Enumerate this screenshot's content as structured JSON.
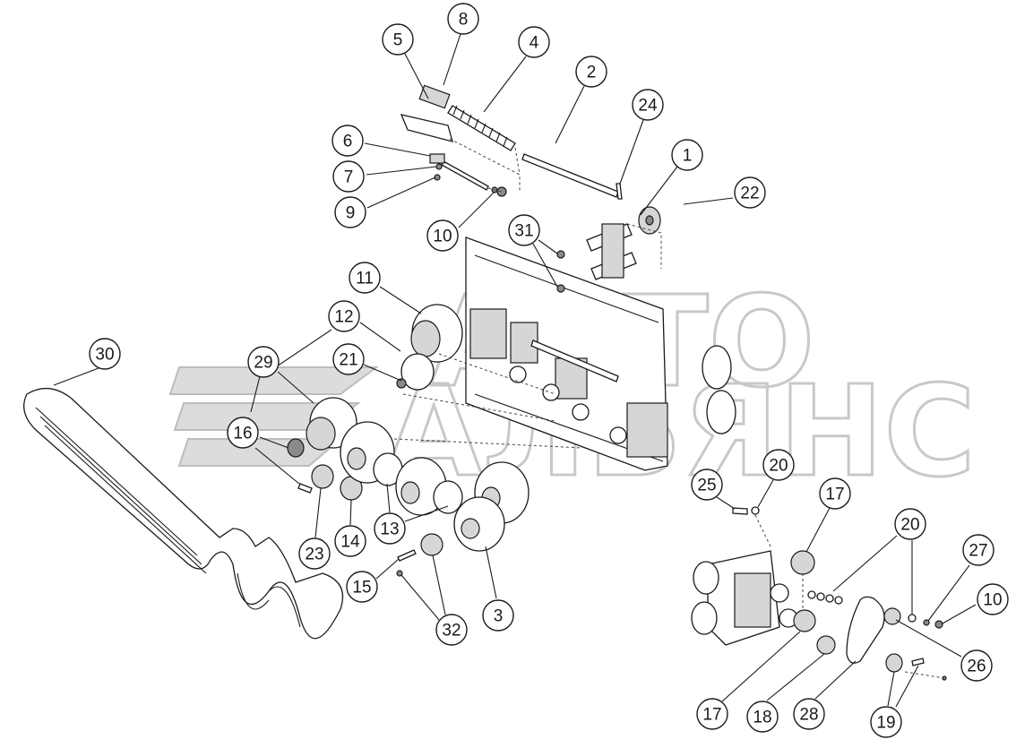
{
  "watermark": {
    "line1": "АВТО",
    "line2": "АЛЬЯНС"
  },
  "callouts": [
    {
      "label": "1"
    },
    {
      "label": "2"
    },
    {
      "label": "3"
    },
    {
      "label": "4"
    },
    {
      "label": "5"
    },
    {
      "label": "6"
    },
    {
      "label": "7"
    },
    {
      "label": "8"
    },
    {
      "label": "9"
    },
    {
      "label": "10"
    },
    {
      "label": "10"
    },
    {
      "label": "11"
    },
    {
      "label": "12"
    },
    {
      "label": "13"
    },
    {
      "label": "14"
    },
    {
      "label": "15"
    },
    {
      "label": "16"
    },
    {
      "label": "17"
    },
    {
      "label": "17"
    },
    {
      "label": "18"
    },
    {
      "label": "19"
    },
    {
      "label": "20"
    },
    {
      "label": "20"
    },
    {
      "label": "21"
    },
    {
      "label": "22"
    },
    {
      "label": "23"
    },
    {
      "label": "24"
    },
    {
      "label": "25"
    },
    {
      "label": "26"
    },
    {
      "label": "27"
    },
    {
      "label": "28"
    },
    {
      "label": "29"
    },
    {
      "label": "30"
    },
    {
      "label": "31"
    },
    {
      "label": "32"
    }
  ]
}
